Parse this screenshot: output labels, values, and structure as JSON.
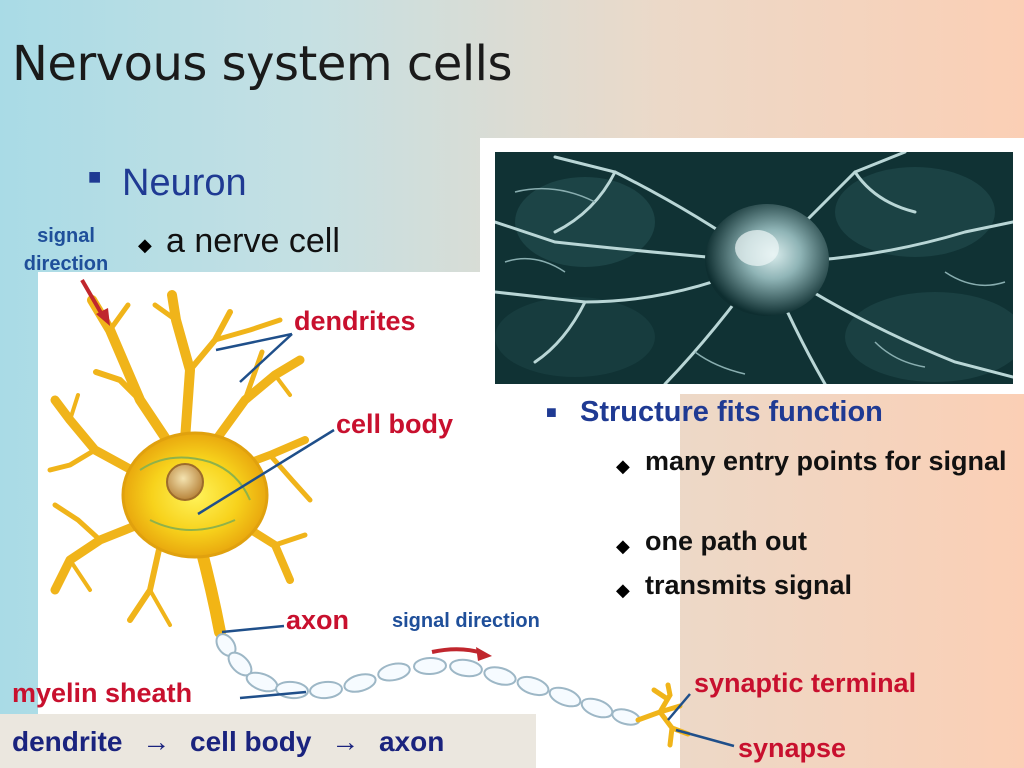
{
  "slide": {
    "title": "Nervous system cells",
    "bullet_main": {
      "text": "Neuron",
      "marker": "square-bullet-icon"
    },
    "bullet_sub": {
      "text": "a nerve cell",
      "marker": "diamond-bullet-icon"
    }
  },
  "diagram": {
    "signal_direction_top": [
      "signal",
      "direction"
    ],
    "labels": {
      "dendrites": "dendrites",
      "cell_body": "cell body",
      "axon": "axon",
      "myelin_sheath": "myelin sheath",
      "synaptic_terminal": "synaptic terminal",
      "synapse": "synapse"
    },
    "signal_direction_bottom": "signal direction"
  },
  "structure": {
    "heading": "Structure fits function",
    "items": [
      "many entry points for signal",
      "one path out",
      "transmits signal"
    ]
  },
  "formula": {
    "parts": [
      "dendrite",
      "cell body",
      "axon"
    ],
    "arrow": "→"
  },
  "colors": {
    "label_red": "#c8102e",
    "text_blue": "#1f3a93",
    "dendrite_yellow": "#f2b515",
    "leader_line": "#1f4f8a"
  },
  "icons": {
    "photo": "neuron-micrograph",
    "arrow": "red-arrow-icon"
  }
}
